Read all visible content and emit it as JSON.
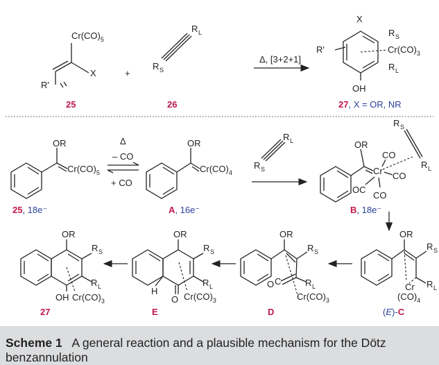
{
  "caption": {
    "label": "Scheme 1",
    "text": "A general reaction and a plausible mechanism for the Dötz benzannulation"
  },
  "labels": {
    "c25": "25",
    "c26": "26",
    "c27": "27",
    "c27_note": ", X = OR, NR",
    "c25b": "25",
    "c25b_note": ", 18e⁻",
    "cA": "A",
    "cA_note": ", 16e⁻",
    "cB": "B",
    "cB_note": ", 18e⁻",
    "cC_pre": "(",
    "cC_E": "E",
    "cC_post": ")-",
    "cC": "C",
    "cD": "D",
    "cE": "E",
    "c27b": "27"
  },
  "arrows": {
    "top_line1": "Δ, [3+2+1]",
    "delta": "Δ",
    "minus_co": "– CO",
    "plus_co": "+ CO"
  },
  "atoms": {
    "cr_co5": "Cr(CO)",
    "cr_co4": "Cr(CO)",
    "cr_co3": "Cr(CO)",
    "five": "5",
    "four": "4",
    "three": "3",
    "x": "X",
    "r_prime": "R'",
    "r": "R",
    "l": "L",
    "s": "S",
    "or": "OR",
    "oh": "OH",
    "o": "O",
    "h": "H",
    "co": "CO",
    "oc": "OC",
    "cr": "Cr",
    "c": "C",
    "open_co": "(CO)"
  }
}
